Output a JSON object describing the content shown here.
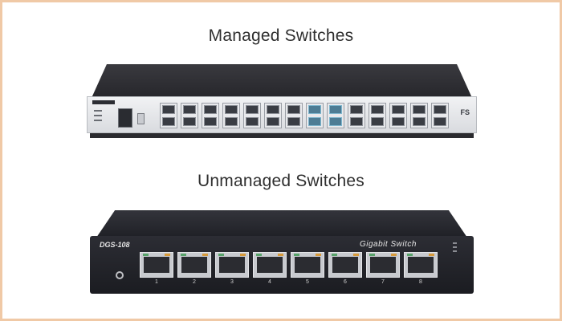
{
  "titles": {
    "managed": "Managed Switches",
    "unmanaged": "Unmanaged Switches"
  },
  "unmanaged_switch": {
    "model": "DGS-108",
    "brand": "Gigabit Switch",
    "port_labels": [
      "1",
      "2",
      "3",
      "4",
      "5",
      "6",
      "7",
      "8"
    ]
  },
  "managed_switch": {
    "logo": "FS",
    "sfp_cage_count": 14
  },
  "colors": {
    "frame_border": "#f0c9a6",
    "title_text": "#2f2f2f",
    "managed_body": "#d9dbdf",
    "unmanaged_body": "#1f2026",
    "port_led_green": "#58a36a",
    "port_led_amber": "#d79a3a"
  }
}
